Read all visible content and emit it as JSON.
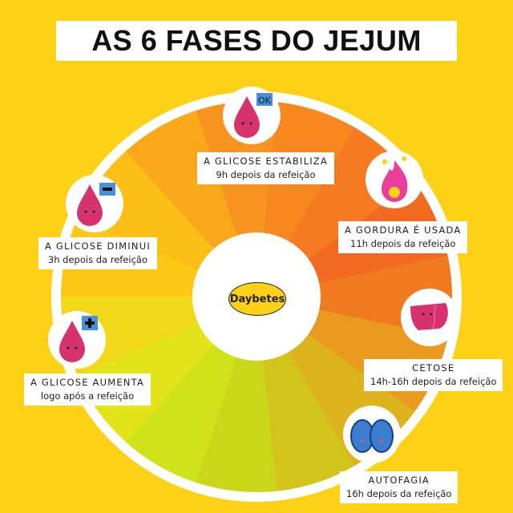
{
  "title": "AS 6 FASES DO JEJUM",
  "logo": "Daybetes",
  "colors": {
    "background": "#fcd116",
    "ring": "#ffffff",
    "drop": "#d6336c",
    "sign": "#4a90d9",
    "sectors": [
      "#fbc915",
      "#fbbf17",
      "#f9a81c",
      "#f7931e",
      "#f7881f",
      "#f57a22",
      "#f26a21",
      "#f07a1f",
      "#e99a1e",
      "#dcb31c",
      "#d2c41a",
      "#c9d61a",
      "#cfe21a",
      "#e4e41b",
      "#f2d81a"
    ]
  },
  "phases": [
    {
      "id": "aumenta",
      "title": "A GLICOSE AUMENTA",
      "time": "logo após a refeição",
      "icon": "blood-drop-plus-icon"
    },
    {
      "id": "diminui",
      "title": "A GLICOSE DIMINUI",
      "time": "3h depois da refeição",
      "icon": "blood-drop-minus-icon"
    },
    {
      "id": "estabiliza",
      "title": "A GLICOSE ESTABILIZA",
      "time": "9h depois da refeição",
      "icon": "blood-drop-ok-icon"
    },
    {
      "id": "gordura",
      "title": "A GORDURA É USADA",
      "time": "11h depois da refeição",
      "icon": "flame-icon"
    },
    {
      "id": "cetose",
      "title": "CETOSE",
      "time": "14h-16h depois da refeição",
      "icon": "liver-icon"
    },
    {
      "id": "autofagia",
      "title": "AUTOFAGIA",
      "time": "16h depois da refeição",
      "icon": "cell-icon"
    }
  ]
}
